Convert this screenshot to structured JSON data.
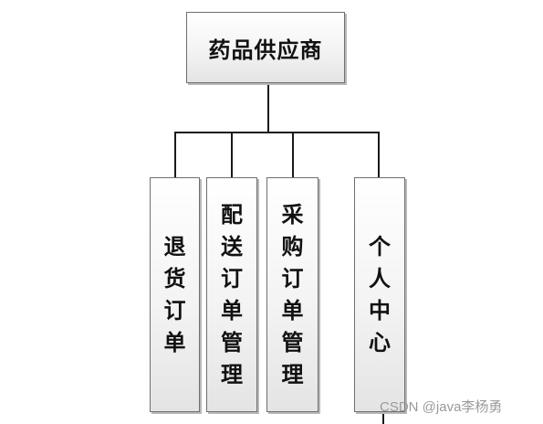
{
  "root": {
    "label": "药品供应商"
  },
  "children": [
    {
      "label": "退货订单"
    },
    {
      "label": "配送订单管理"
    },
    {
      "label": "采购订单管理"
    },
    {
      "label": "个人中心"
    }
  ],
  "watermark": "CSDN @java李杨勇",
  "colors": {
    "line": "#1a1a1a",
    "box_border": "#6f6f6f",
    "text": "#111111"
  }
}
